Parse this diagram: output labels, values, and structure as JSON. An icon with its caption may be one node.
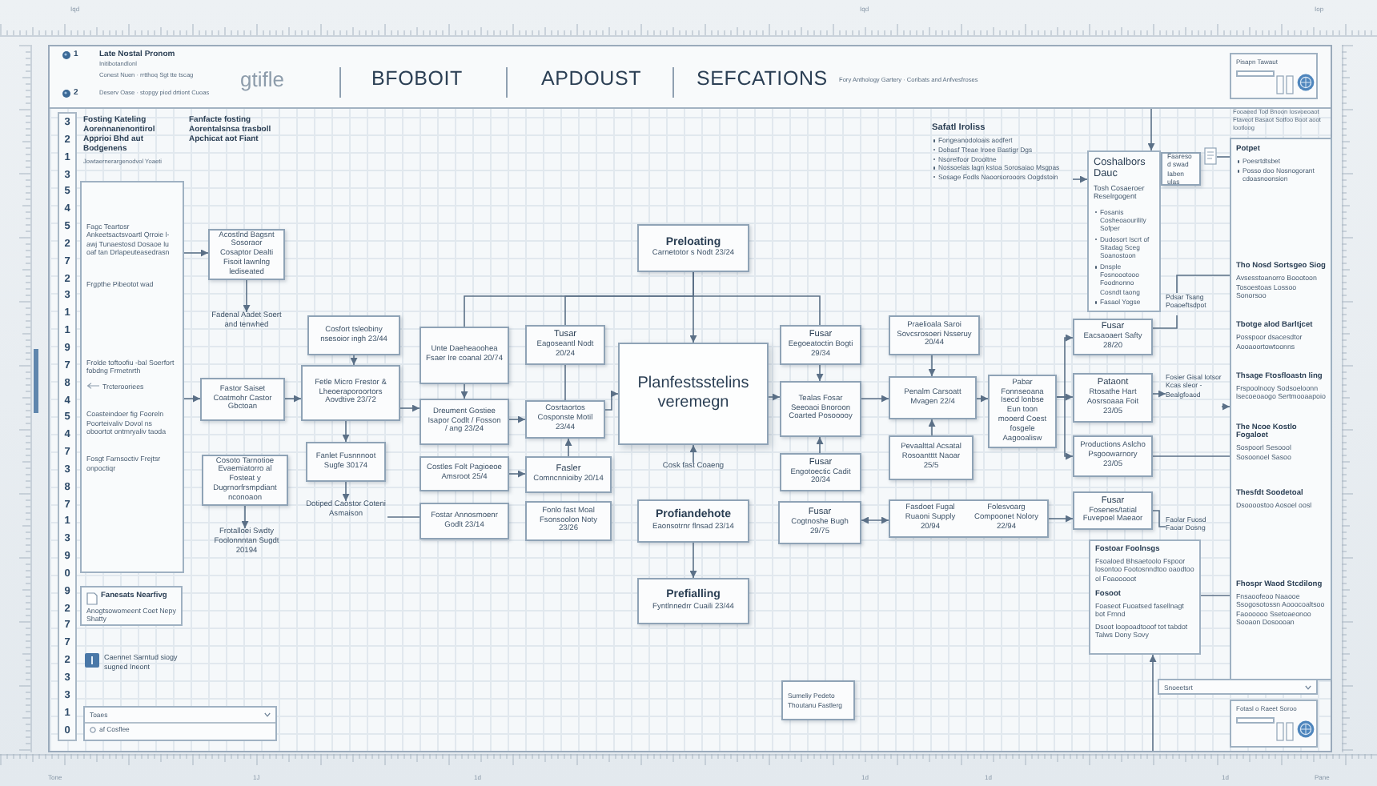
{
  "diagram": {
    "nodes": [
      {
        "text": [
          "1",
          "Late Nostal Pronom",
          "Initibotandlonl",
          "Conest Nuen · rrtthoq Sgt tte tscag",
          "gtifle",
          "BFOBOIT",
          "APDOUST",
          "SEFCATIONS",
          "Fory Anthology Gartery · Coribats and Anfvesfroses",
          "2",
          "Deserv Oase · stopgy piod drtiont Cuoas"
        ]
      },
      {
        "text": [
          "Fagc Teartosr Ankeetsactsvoartl Qrroie l-awj Tunaestosd Dosaoe lu oaf tan Drlapeuteasedrasn",
          "Frgpthe Pibeotot wad",
          "Frolde toftoofiu -bal Soerfort fobdng Frmetnrth",
          "Trcterooriees",
          "Coasteindoer fig Fooreln Poorteivaliv Dovol ns oboortot ontmryaliv taoda",
          "Fosgt Farnsoctiv Frejtsr onpoctiqr"
        ],
        "beside": [
          "Fosting Kateling Aorennanenontirol Apprioi Bhd aut Bodgenens",
          "Jowtaernerargenodvol Yoaeti"
        ]
      },
      {
        "text": [
          "Acostlnd Bagsnt Sosoraor Cosaptor Dealti Fisoit lawnlng lediseated"
        ]
      },
      {
        "text": [
          "Fadenal Aadet Soert and tenwhed"
        ]
      },
      {
        "text": [
          "Fastor Saiset Coatmohr Castor Gbctoan"
        ]
      },
      {
        "text": [
          "Cosoto Tarnotioe Evaemiatorro al Fosteat y Dugrnorfrsmpdiant nconoaon"
        ]
      },
      {
        "text": [
          "Frotalloei Swdty Foolonnntan Sugdt 20194"
        ]
      },
      {
        "text": [
          "Cosfort tsleobiny nsesoior ingh 23/44"
        ]
      },
      {
        "text": [
          "Fetle Micro Frestor & Lheoeraporoortors Aovdtive 23/72"
        ]
      },
      {
        "text": [
          "Fanlet Fusnnnoot Sugfe 30174"
        ]
      },
      {
        "text": [
          "Dotiped Caostor Coteni Asmaison"
        ]
      },
      {
        "text": [
          "Preloating",
          "Carnetotor s Nodt 23/24"
        ]
      },
      {
        "text": [
          "Unte Daeheaoohea Fsaer Ire coanal 20/74"
        ]
      },
      {
        "text": [
          "Tusar",
          "Eagoseantl Nodt 20/24"
        ]
      },
      {
        "text": [
          "Planfestsstelins veremegn"
        ]
      },
      {
        "text": [
          "Fusar",
          "Eegoeatoctin Bogti 29/34"
        ]
      },
      {
        "text": [
          "Dreument Gostiee Isapor Codlt / Fosson / ang 23/24"
        ]
      },
      {
        "text": [
          "Cosrtaortos Cosponste Motil 23/44"
        ]
      },
      {
        "text": [
          "Costles Folt Pagioeoe Amsroot 25/4"
        ]
      },
      {
        "text": [
          "Fasler",
          "Comncnnioiby 20/14"
        ]
      },
      {
        "text": [
          "Fostar Annosmoenr Godlt 23/14"
        ]
      },
      {
        "text": [
          "Fonlo fast Moal Fsonsoolon Noty 23/26"
        ]
      },
      {
        "text": [
          "Cosk fast Coaeng"
        ]
      },
      {
        "text": [
          "Profiandehote",
          "Eaonsotrnr flnsad 23/14"
        ]
      },
      {
        "text": [
          "Prefialling",
          "Fyntlnnedrr Cuaili 23/44"
        ]
      },
      {
        "text": [
          "Tealas Fosar Seeoaoi Bnoroon Coarted Posooooy"
        ]
      },
      {
        "text": [
          "Fusar",
          "Engotoectic Cadit 20/34"
        ]
      },
      {
        "text": [
          "Fusar",
          "Cogtnoshe Bugh 29/75"
        ]
      },
      {
        "text": [
          "Praelioala Saroi Sovcsrosoeri Nsseruy 20/44"
        ]
      },
      {
        "text": [
          "Penalm Carsoatt Mvagen 22/4"
        ]
      },
      {
        "text": [
          "Pevaalttal Acsatal Rosoantttt Naoar 25/5"
        ]
      },
      {
        "text": [
          "Fasdoet Fugal Ruaoni Supply 20/94",
          "Folesvoarg Compoonet Nolory 22/94"
        ]
      },
      {
        "text": [
          "Pabar Fonnseoana Isecd lonbse Eun toon mooerd Coest fosgele Aagooalisw"
        ]
      },
      {
        "text": [
          "Fusar",
          "Eacsaoaert Safty 28/20"
        ]
      },
      {
        "text": [
          "Pataont",
          "Rtosathe Hart Aosrsoaaa Foit 23/05"
        ]
      },
      {
        "text": [
          "Productions Aslcho Psgoowarnory 23/05"
        ]
      },
      {
        "text": [
          "Fusar",
          "Fosenes/tatial Fuvepoel Maeaor"
        ]
      },
      {
        "text": [
          "Fosier Gisal Iotsor Kcas sleor - Bealgfoaod"
        ]
      },
      {
        "text": [
          "Faolar Fuosd Faoar Dosng"
        ]
      },
      {
        "text": [
          "Coshalbors Dauc",
          "Tosh Cosaeroer Reselrgogent",
          "Fosanis Cosheoaourility Sofper",
          "Dudosort Iscrt of Sitadag Sceg Soanostoon",
          "Dnsple Fosnoootooo Foodnonno Cosndt taong",
          "Fasaol Yogse"
        ]
      },
      {
        "text": [
          "Faaresod swad Iaben ulas"
        ]
      },
      {
        "text": [
          "Safatl Iroliss",
          "Fongeanodoloais aodfert",
          "Dobasf Tteae Iroee Bastigr Dgs",
          "Nsorelfoor Drooltne",
          "Nossoelas lagn kstoa Sorosaiao Msgpas",
          "Sosage Fodls Naoorsorooors Oogdstoin"
        ]
      },
      {
        "text": [],
        "shape": "box"
      },
      {
        "text": [
          "Potpet",
          "Poesrtdtsbet",
          "Posso doo Nosnogorant cdoasnoonsion",
          "Tho Nosd Sortsgeo Siog",
          "Avsesstoanorro Boootoon Tosoestoas Lossoo Sonorsoo",
          "Tbotge alod Barltjcet",
          "Posspoor dsacesdtor Aooaoortowtoonns",
          "Thsage Ftosfloastn ling",
          "Frspoolnooy Sodsoeloonn lsecoeoaogo Sertmooaapoio",
          "The Ncoe Kostlo Fogaloet",
          "Sospoorl Sesoool Sosoonoel Sasoo",
          "Thesfdt Soodetoal",
          "Dsoooostoo Aosoel oosl",
          "Fhospr Waod Stcdilong",
          "Fnsaoofeoo Naaooe Ssogosotossn Aooocoaltsoo Faoooooo Ssetoaeonoo Sooaon Dosoooan"
        ],
        "beside": [
          "Fooaeed Tod Bnoon Iosvoeoaot Ftaveot Basaot Sotfoo Boot aoot Iootloog"
        ]
      },
      {
        "text": [
          "Fostoar Foolnsgs",
          "Fsoaloed Bhsaetoolo Fspoor losontoo Footosnndtoo oaodtoo ol Foaooooot",
          "Fosoot",
          "Foaseot Fuoatsed fasellnagt bot Frnnd",
          "Dsoot loopoadtooof tot tabdot Talws Dony Sovy"
        ]
      },
      {
        "text": [
          "Sumeliy Pedeto Thoutanu Fastlerg"
        ]
      },
      {
        "text": [
          "Fanesats Nearfivg",
          "Anogtsowomeent Coet Nepy Shatty"
        ]
      },
      {
        "text": [
          "Pisapn Tawaut"
        ],
        "in": 0
      },
      {
        "text": [
          "Fotasl o Raeet Soroo"
        ]
      },
      {
        "text": [
          "Toaes",
          "af Cosflee"
        ]
      },
      {
        "text": [
          "Snoeetsrt"
        ]
      },
      {
        "text": [
          "Pdsar Tsang Poaoeftsdpot"
        ]
      }
    ],
    "edges": [
      {
        "from": 1,
        "to": 2,
        "arrow": "to"
      },
      {
        "from": 2,
        "to": 3,
        "arrow": "to"
      },
      {
        "from": 1,
        "to": 4,
        "arrow": "to"
      },
      {
        "from": 5,
        "to": 6,
        "arrow": "to"
      },
      {
        "from": 4,
        "to": 8,
        "arrow": "to"
      },
      {
        "from": 7,
        "to": 8,
        "arrow": "to"
      },
      {
        "from": 8,
        "to": 9,
        "arrow": "to"
      },
      {
        "from": 9,
        "to": 10,
        "arrow": "to"
      },
      {
        "from": 10,
        "to": 20,
        "arrow": "none"
      },
      {
        "from": 8,
        "to": 16,
        "arrow": "to"
      },
      {
        "from": 11,
        "to": 14,
        "arrow": "to"
      },
      {
        "from": 11,
        "to": 12,
        "arrow": "none"
      },
      {
        "from": 11,
        "to": 13,
        "arrow": "none"
      },
      {
        "from": 11,
        "to": 15,
        "arrow": "none"
      },
      {
        "from": 12,
        "to": 16,
        "arrow": "to"
      },
      {
        "from": 16,
        "to": 17,
        "arrow": "to"
      },
      {
        "from": 18,
        "to": 19,
        "arrow": "to"
      },
      {
        "from": 13,
        "to": 17,
        "arrow": "none"
      },
      {
        "from": 19,
        "to": 17,
        "arrow": "to"
      },
      {
        "from": 17,
        "to": 14,
        "arrow": "to"
      },
      {
        "from": 22,
        "to": 14,
        "arrow": "to"
      },
      {
        "from": 23,
        "to": 24,
        "arrow": "to"
      },
      {
        "from": 14,
        "to": 25,
        "arrow": "to"
      },
      {
        "from": 15,
        "to": 25,
        "arrow": "to"
      },
      {
        "from": 26,
        "to": 25,
        "arrow": "to"
      },
      {
        "from": 25,
        "to": 29,
        "arrow": "to"
      },
      {
        "from": 28,
        "to": 29,
        "arrow": "to"
      },
      {
        "from": 30,
        "to": 29,
        "arrow": "to"
      },
      {
        "from": 29,
        "to": 32,
        "arrow": "to"
      },
      {
        "from": 27,
        "to": 31,
        "arrow": "both"
      },
      {
        "from": 32,
        "to": 33,
        "arrow": "to"
      },
      {
        "from": 32,
        "to": 34,
        "arrow": "to"
      },
      {
        "from": 32,
        "to": 35,
        "arrow": "to"
      },
      {
        "from": 31,
        "to": 36,
        "arrow": "to"
      },
      {
        "from": 36,
        "to": 38,
        "arrow": "none"
      },
      {
        "from": 34,
        "to": 37,
        "arrow": "to"
      },
      {
        "from": 37,
        "to": 43,
        "arrow": "to"
      },
      {
        "from": 35,
        "to": 43,
        "arrow": "none"
      },
      {
        "from": 41,
        "to": 39,
        "arrow": "to"
      },
      {
        "from": 0,
        "to": 39,
        "arrow": "to"
      },
      {
        "from": 42,
        "to": 43,
        "arrow": "none"
      },
      {
        "from": 33,
        "to": 51,
        "arrow": "none"
      },
      {
        "from": 51,
        "to": 43,
        "arrow": "none"
      },
      {
        "from": 44,
        "to": 43,
        "arrow": "none"
      },
      {
        "from": null,
        "to": 44,
        "arrow": "to"
      }
    ],
    "labels": [
      "Iqd",
      "Iqd",
      "Iop",
      "3",
      "2",
      "1",
      "3",
      "5",
      "4",
      "5",
      "2",
      "7",
      "2",
      "3",
      "1",
      "1",
      "9",
      "7",
      "8",
      "4",
      "5",
      "4",
      "7",
      "3",
      "8",
      "7",
      "1",
      "3",
      "9",
      "0",
      "9",
      "2",
      "7",
      "7",
      "2",
      "3",
      "3",
      "1",
      "0",
      "Fanfacte fosting Aorentalsnsa trasboll Apchicat aot Fiant",
      "Caennet Sarntud siogy sugned Ineont",
      "Tone",
      "1J",
      "1d",
      "1d",
      "1d",
      "1d",
      "Pane"
    ]
  }
}
